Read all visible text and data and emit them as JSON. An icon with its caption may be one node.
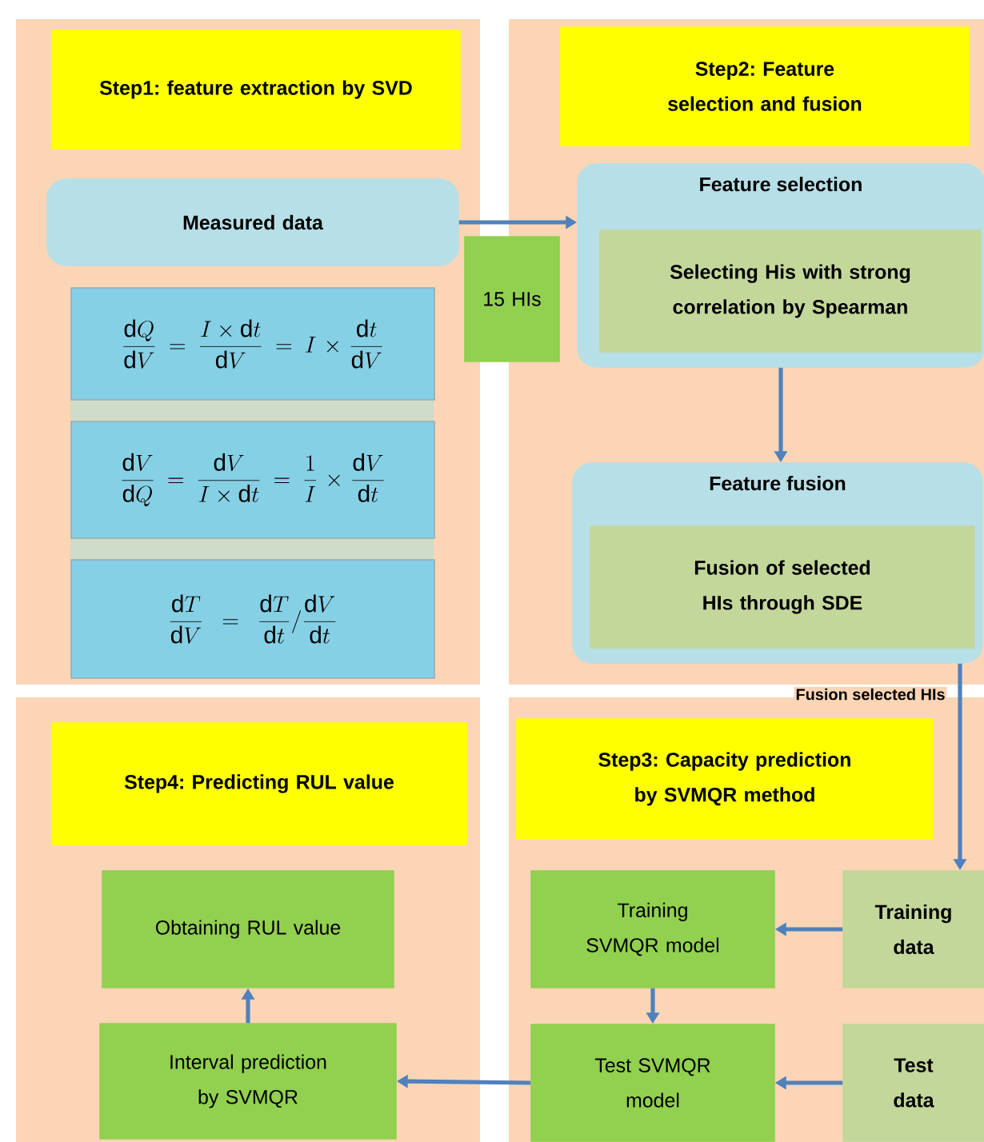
{
  "diagram": {
    "nodes": [
      {
        "text": [
          "Step1: feature extraction by SVD"
        ]
      },
      {
        "text": [
          "Measured data"
        ]
      },
      {
        "text": [
          "\\frac{\\mathrm{d}Q}{\\mathrm{d}V}=\\frac{I\\times\\mathrm{d}t}{\\mathrm{d}V}=I\\times\\frac{\\mathrm{d}t}{\\mathrm{d}V}"
        ]
      },
      {
        "text": [
          "\\frac{\\mathrm{d}V}{\\mathrm{d}Q}=\\frac{\\mathrm{d}V}{I\\times\\mathrm{d}t}=\\frac{1}{I}\\times\\frac{\\mathrm{d}V}{\\mathrm{d}t}"
        ]
      },
      {
        "text": [
          "\\frac{\\mathrm{d}T}{\\mathrm{d}V}=\\frac{\\mathrm{d}T}{\\mathrm{d}t}/\\frac{\\mathrm{d}V}{\\mathrm{d}t}"
        ]
      },
      {
        "text": [
          "15 HIs"
        ]
      },
      {
        "text": [
          "Step2: Feature selection and fusion"
        ]
      },
      {
        "text": [
          "Feature selection"
        ]
      },
      {
        "text": [
          "Selecting His with strong correlation by Spearman"
        ],
        "in": 7
      },
      {
        "text": [
          "Feature fusion"
        ]
      },
      {
        "text": [
          "Fusion of selected HIs through SDE"
        ],
        "in": 9
      },
      {
        "text": [
          "Step3: Capacity prediction by SVMQR method"
        ]
      },
      {
        "text": [
          "Training data"
        ]
      },
      {
        "text": [
          "Test data"
        ]
      },
      {
        "text": [
          "Training SVMQR model"
        ]
      },
      {
        "text": [
          "Test SVMQR model"
        ]
      },
      {
        "text": [
          "Step4: Predicting RUL value"
        ]
      },
      {
        "text": [
          "Obtaining RUL value"
        ]
      },
      {
        "text": [
          "Interval prediction by SVMQR"
        ]
      }
    ],
    "edges": [
      {
        "from": 1,
        "to": 7,
        "arrow": "to"
      },
      {
        "from": 7,
        "to": 9,
        "arrow": "to"
      },
      {
        "from": 9,
        "to": 12,
        "arrow": "to",
        "label": "Fusion selected HIs"
      },
      {
        "from": 12,
        "to": 14,
        "arrow": "to"
      },
      {
        "from": 13,
        "to": 15,
        "arrow": "to"
      },
      {
        "from": 14,
        "to": 15,
        "arrow": "to"
      },
      {
        "from": 15,
        "to": 18,
        "arrow": "to"
      },
      {
        "from": 18,
        "to": 17,
        "arrow": "to"
      }
    ]
  }
}
